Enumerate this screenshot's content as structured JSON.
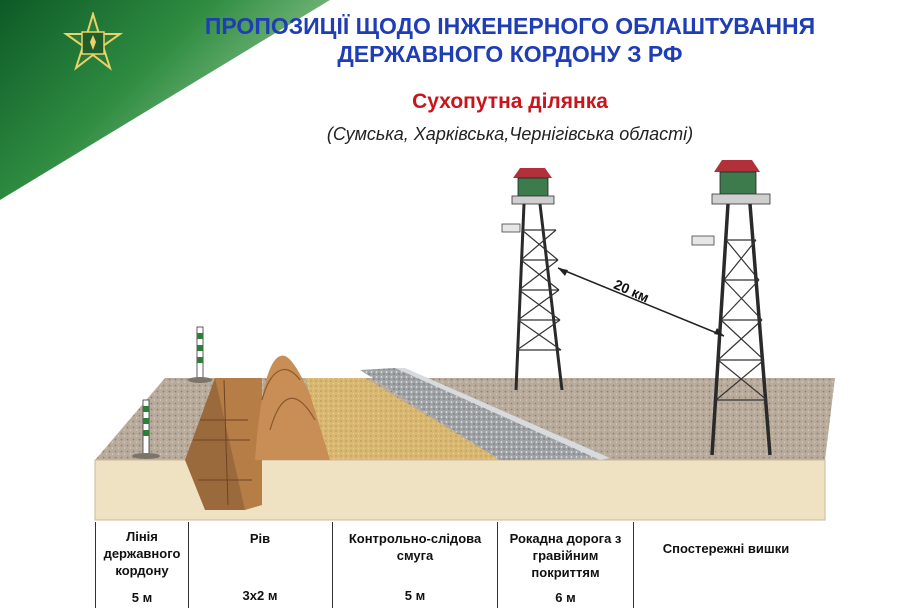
{
  "header": {
    "title_line1": "ПРОПОЗИЦІЇ ЩОДО ІНЖЕНЕРНОГО ОБЛАШТУВАННЯ",
    "title_line2": "ДЕРЖАВНОГО КОРДОНУ З РФ",
    "subtitle": "Сухопутна ділянка",
    "regions": "(Сумська,  Харківська,Чернігівська області)"
  },
  "diagram": {
    "distance_label": "20 км"
  },
  "sections": [
    {
      "label": "Лінія державного кордону",
      "size": "5 м"
    },
    {
      "label": "Рів",
      "size": "3х2 м"
    },
    {
      "label": "Контрольно-слідова смуга",
      "size": "5 м"
    },
    {
      "label": "Рокадна дорога з гравійним покриттям",
      "size": "6 м"
    },
    {
      "label": "Спостережні вишки",
      "size": ""
    }
  ],
  "colors": {
    "title": "#1f3db5",
    "subtitle": "#c8141a",
    "corner_green": "#2f8c41",
    "ground": "#efe2c2"
  }
}
